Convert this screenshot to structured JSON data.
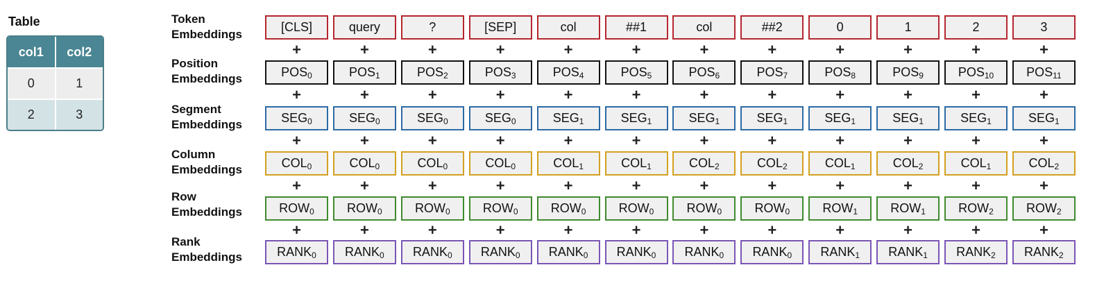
{
  "table": {
    "title": "Table",
    "headers": [
      "col1",
      "col2"
    ],
    "rows": [
      [
        "0",
        "1"
      ],
      [
        "2",
        "3"
      ]
    ]
  },
  "plus_symbol": "+",
  "rows": [
    {
      "label": "Token\nEmbeddings",
      "color": "#b5262e",
      "cells": [
        {
          "base": "[CLS]",
          "sub": ""
        },
        {
          "base": "query",
          "sub": ""
        },
        {
          "base": "?",
          "sub": ""
        },
        {
          "base": "[SEP]",
          "sub": ""
        },
        {
          "base": "col",
          "sub": ""
        },
        {
          "base": "##1",
          "sub": ""
        },
        {
          "base": "col",
          "sub": ""
        },
        {
          "base": "##2",
          "sub": ""
        },
        {
          "base": "0",
          "sub": ""
        },
        {
          "base": "1",
          "sub": ""
        },
        {
          "base": "2",
          "sub": ""
        },
        {
          "base": "3",
          "sub": ""
        }
      ]
    },
    {
      "label": "Position\nEmbeddings",
      "color": "#111111",
      "cells": [
        {
          "base": "POS",
          "sub": "0"
        },
        {
          "base": "POS",
          "sub": "1"
        },
        {
          "base": "POS",
          "sub": "2"
        },
        {
          "base": "POS",
          "sub": "3"
        },
        {
          "base": "POS",
          "sub": "4"
        },
        {
          "base": "POS",
          "sub": "5"
        },
        {
          "base": "POS",
          "sub": "6"
        },
        {
          "base": "POS",
          "sub": "7"
        },
        {
          "base": "POS",
          "sub": "8"
        },
        {
          "base": "POS",
          "sub": "9"
        },
        {
          "base": "POS",
          "sub": "10"
        },
        {
          "base": "POS",
          "sub": "11"
        }
      ]
    },
    {
      "label": "Segment\nEmbeddings",
      "color": "#2d6aa6",
      "cells": [
        {
          "base": "SEG",
          "sub": "0"
        },
        {
          "base": "SEG",
          "sub": "0"
        },
        {
          "base": "SEG",
          "sub": "0"
        },
        {
          "base": "SEG",
          "sub": "0"
        },
        {
          "base": "SEG",
          "sub": "1"
        },
        {
          "base": "SEG",
          "sub": "1"
        },
        {
          "base": "SEG",
          "sub": "1"
        },
        {
          "base": "SEG",
          "sub": "1"
        },
        {
          "base": "SEG",
          "sub": "1"
        },
        {
          "base": "SEG",
          "sub": "1"
        },
        {
          "base": "SEG",
          "sub": "1"
        },
        {
          "base": "SEG",
          "sub": "1"
        }
      ]
    },
    {
      "label": "Column\nEmbeddings",
      "color": "#d3a020",
      "cells": [
        {
          "base": "COL",
          "sub": "0"
        },
        {
          "base": "COL",
          "sub": "0"
        },
        {
          "base": "COL",
          "sub": "0"
        },
        {
          "base": "COL",
          "sub": "0"
        },
        {
          "base": "COL",
          "sub": "1"
        },
        {
          "base": "COL",
          "sub": "1"
        },
        {
          "base": "COL",
          "sub": "2"
        },
        {
          "base": "COL",
          "sub": "2"
        },
        {
          "base": "COL",
          "sub": "1"
        },
        {
          "base": "COL",
          "sub": "2"
        },
        {
          "base": "COL",
          "sub": "1"
        },
        {
          "base": "COL",
          "sub": "2"
        }
      ]
    },
    {
      "label": "Row\nEmbeddings",
      "color": "#3f8a2e",
      "cells": [
        {
          "base": "ROW",
          "sub": "0"
        },
        {
          "base": "ROW",
          "sub": "0"
        },
        {
          "base": "ROW",
          "sub": "0"
        },
        {
          "base": "ROW",
          "sub": "0"
        },
        {
          "base": "ROW",
          "sub": "0"
        },
        {
          "base": "ROW",
          "sub": "0"
        },
        {
          "base": "ROW",
          "sub": "0"
        },
        {
          "base": "ROW",
          "sub": "0"
        },
        {
          "base": "ROW",
          "sub": "1"
        },
        {
          "base": "ROW",
          "sub": "1"
        },
        {
          "base": "ROW",
          "sub": "2"
        },
        {
          "base": "ROW",
          "sub": "2"
        }
      ]
    },
    {
      "label": "Rank\nEmbeddings",
      "color": "#7a55b5",
      "cells": [
        {
          "base": "RANK",
          "sub": "0"
        },
        {
          "base": "RANK",
          "sub": "0"
        },
        {
          "base": "RANK",
          "sub": "0"
        },
        {
          "base": "RANK",
          "sub": "0"
        },
        {
          "base": "RANK",
          "sub": "0"
        },
        {
          "base": "RANK",
          "sub": "0"
        },
        {
          "base": "RANK",
          "sub": "0"
        },
        {
          "base": "RANK",
          "sub": "0"
        },
        {
          "base": "RANK",
          "sub": "1"
        },
        {
          "base": "RANK",
          "sub": "1"
        },
        {
          "base": "RANK",
          "sub": "2"
        },
        {
          "base": "RANK",
          "sub": "2"
        }
      ]
    }
  ]
}
